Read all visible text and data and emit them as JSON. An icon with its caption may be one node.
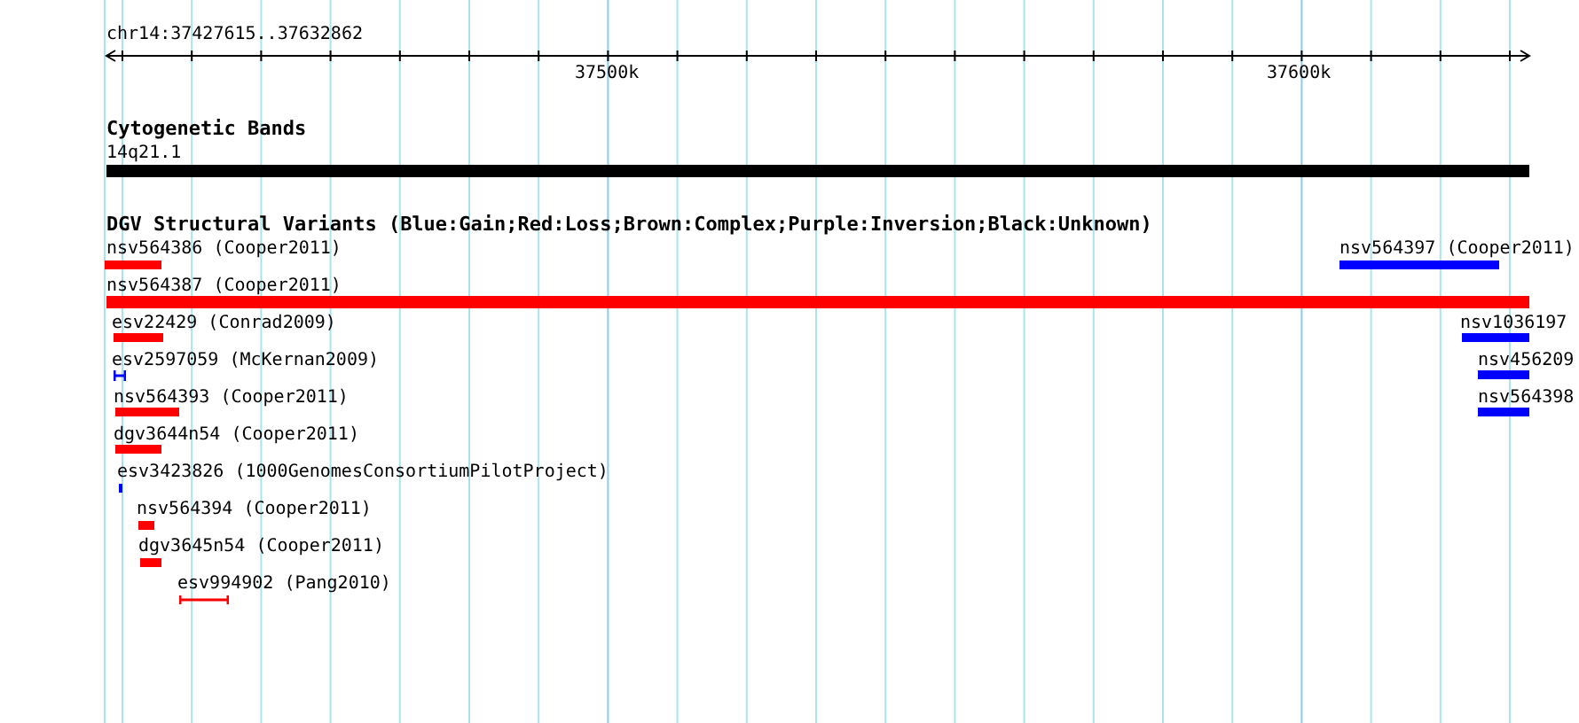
{
  "diagram": {
    "title": "chr14:37427615..37632862",
    "nodes": [
      {
        "text": [
          "14q21.1"
        ]
      },
      {
        "text": [
          "nsv564386 (Cooper2011)"
        ]
      },
      {
        "text": [
          "nsv564397 (Cooper2011)"
        ]
      },
      {
        "text": [
          "nsv564387 (Cooper2011)"
        ]
      },
      {
        "text": [
          "esv22429 (Conrad2009)"
        ]
      },
      {
        "text": [
          "nsv1036197"
        ]
      },
      {
        "text": [
          "esv2597059 (McKernan2009)"
        ]
      },
      {
        "text": [
          "nsv456209"
        ]
      },
      {
        "text": [
          "nsv564393 (Cooper2011)"
        ]
      },
      {
        "text": [
          "nsv564398"
        ]
      },
      {
        "text": [
          "dgv3644n54 (Cooper2011)"
        ]
      },
      {
        "text": [
          "esv3423826 (1000GenomesConsortiumPilotProject)"
        ]
      },
      {
        "text": [
          "nsv564394 (Cooper2011)"
        ]
      },
      {
        "text": [
          "dgv3645n54 (Cooper2011)"
        ]
      },
      {
        "text": [
          "esv994902 (Pang2010)"
        ]
      }
    ],
    "labels": [
      "37500k",
      "37600k",
      "Cytogenetic Bands",
      "DGV Structural Variants (Blue:Gain;Red:Loss;Brown:Complex;Purple:Inversion;Black:Unknown)"
    ]
  }
}
